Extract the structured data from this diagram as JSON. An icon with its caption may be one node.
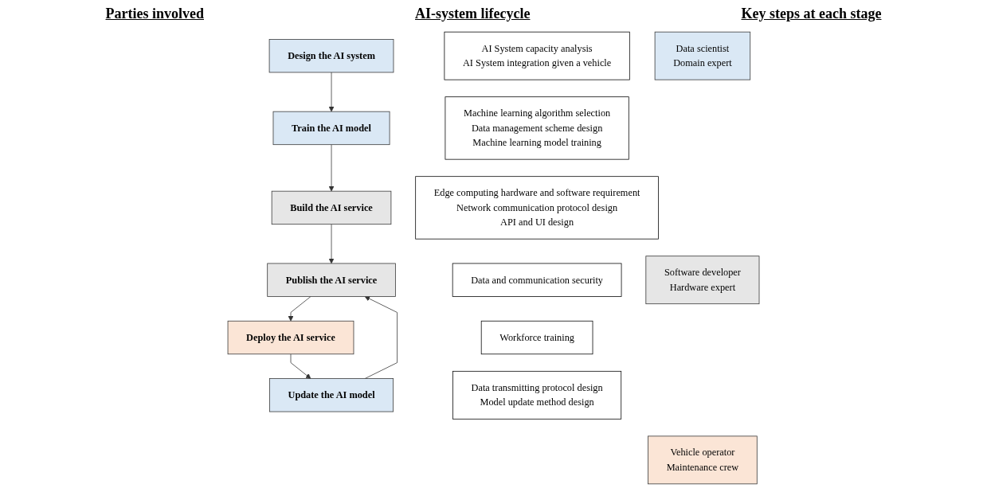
{
  "diagram": {
    "nodes": [
      {
        "text": [
          "Data scientist",
          "Domain expert"
        ]
      },
      {
        "text": [
          "Design the AI system"
        ]
      },
      {
        "text": [
          "AI System capacity analysis",
          "AI System integration given a vehicle"
        ]
      },
      {
        "text": [
          "Train the AI model"
        ]
      },
      {
        "text": [
          "Machine learning algorithm selection",
          "Data management scheme design",
          "Machine learning model training"
        ]
      },
      {
        "text": [
          "Software developer",
          "Hardware expert"
        ]
      },
      {
        "text": [
          "Build the AI service"
        ]
      },
      {
        "text": [
          "Edge computing hardware and software requirement",
          "Network communication protocol design",
          "API and UI design"
        ]
      },
      {
        "text": [
          "Publish the AI service"
        ]
      },
      {
        "text": [
          "Data and communication security"
        ]
      },
      {
        "text": [
          "Vehicle operator",
          "Maintenance crew"
        ]
      },
      {
        "text": [
          "Deploy the AI service"
        ]
      },
      {
        "text": [
          "Workforce training"
        ]
      },
      {
        "text": [
          "Update the AI model"
        ]
      },
      {
        "text": [
          "Data transmitting protocol design",
          "Model update method design"
        ]
      }
    ],
    "edges": [
      {
        "from": 1,
        "to": 3,
        "arrow": "to"
      },
      {
        "from": 3,
        "to": 6,
        "arrow": "to"
      },
      {
        "from": 6,
        "to": 8,
        "arrow": "to"
      },
      {
        "from": 8,
        "to": 11,
        "arrow": "to"
      },
      {
        "from": 11,
        "to": 13,
        "arrow": "to"
      },
      {
        "from": 13,
        "to": 8,
        "arrow": "to"
      }
    ],
    "labels": [
      "Parties involved",
      "AI-system lifecycle",
      "Key steps at each stage"
    ]
  }
}
